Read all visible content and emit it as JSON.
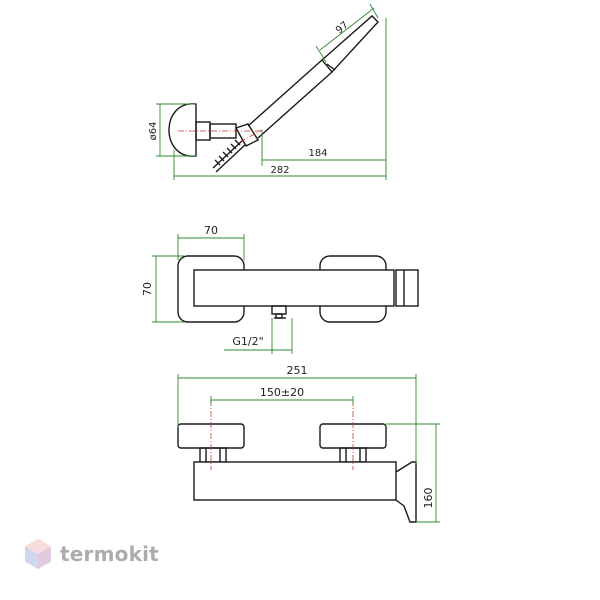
{
  "dimensions": {
    "shower_head_diameter": "ø64",
    "handle_length": "97",
    "arm_reach": "184",
    "total_length": "282",
    "plan_width": "70",
    "plan_height": "70",
    "thread": "G1/2\"",
    "overall_width": "251",
    "center_distance": "150±20",
    "height": "160"
  },
  "brand": {
    "name": "termokit"
  },
  "colors": {
    "outline": "#1a1a1a",
    "dimension": "#2e8b2e",
    "centerline": "#c0392b",
    "watermark": "#6a6a6a"
  }
}
